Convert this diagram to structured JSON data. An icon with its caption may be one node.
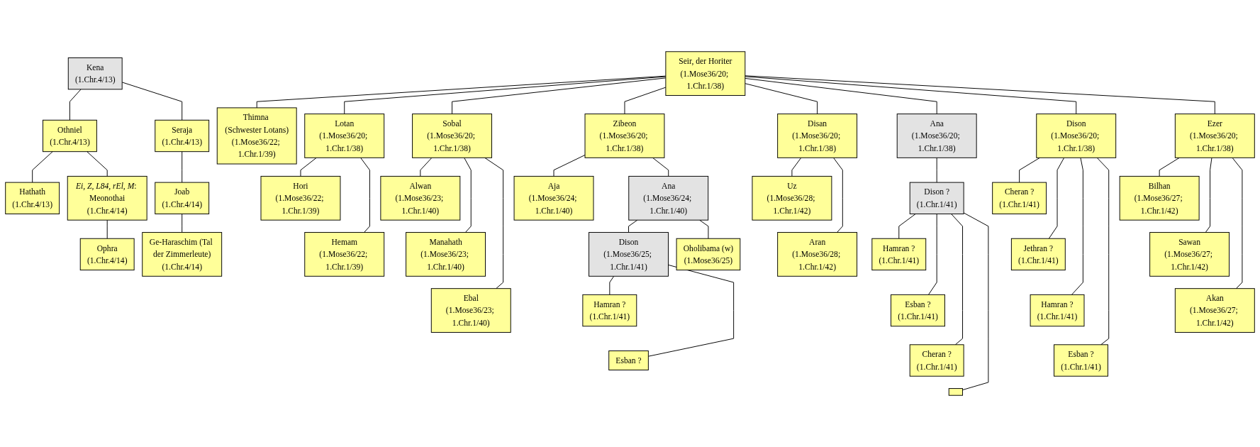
{
  "diagram": {
    "nodes": [
      {
        "text": [
          "Kena",
          "(1.Chr.4/13)"
        ]
      },
      {
        "text": [
          "Othniel",
          "(1.Chr.4/13)"
        ]
      },
      {
        "text": [
          "Seraja",
          "(1.Chr.4/13)"
        ]
      },
      {
        "text": [
          "Hathath",
          "(1.Chr.4/13)"
        ]
      },
      {
        "text": [
          "*Ei, Z, L84, rEl, M*: Meonothai",
          "(1.Chr.4/14)"
        ]
      },
      {
        "text": [
          "Joab",
          "(1.Chr.4/14)"
        ]
      },
      {
        "text": [
          "Ophra",
          "(1.Chr.4/14)"
        ]
      },
      {
        "text": [
          "Ge-Haraschim (Tal der Zimmerleute)",
          "(1.Chr.4/14)"
        ]
      },
      {
        "text": [
          "Seir, der Horiter",
          "(1.Mose36/20; 1.Chr.1/38)"
        ]
      },
      {
        "text": [
          "Thimna (Schwester Lotans)",
          "(1.Mose36/22; 1.Chr.1/39)"
        ]
      },
      {
        "text": [
          "Lotan",
          "(1.Mose36/20; 1.Chr.1/38)"
        ]
      },
      {
        "text": [
          "Sobal",
          "(1.Mose36/20; 1.Chr.1/38)"
        ]
      },
      {
        "text": [
          "Zibeon",
          "(1.Mose36/20; 1.Chr.1/38)"
        ]
      },
      {
        "text": [
          "Disan",
          "(1.Mose36/20; 1.Chr.1/38)"
        ]
      },
      {
        "text": [
          "Ana",
          "(1.Mose36/20; 1.Chr.1/38)"
        ]
      },
      {
        "text": [
          "Dison",
          "(1.Mose36/20; 1.Chr.1/38)"
        ]
      },
      {
        "text": [
          "Ezer",
          "(1.Mose36/20; 1.Chr.1/38)"
        ]
      },
      {
        "text": [
          "Hori",
          "(1.Mose36/22; 1.Chr.1/39)"
        ]
      },
      {
        "text": [
          "Alwan",
          "(1.Mose36/23; 1.Chr.1/40)"
        ]
      },
      {
        "text": [
          "Aja",
          "(1.Mose36/24; 1.Chr.1/40)"
        ]
      },
      {
        "text": [
          "Ana",
          "(1.Mose36/24; 1.Chr.1/40)"
        ]
      },
      {
        "text": [
          "Uz",
          "(1.Mose36/28; 1.Chr.1/42)"
        ]
      },
      {
        "text": [
          "Dison ?",
          "(1.Chr.1/41)"
        ]
      },
      {
        "text": [
          "Cheran ?",
          "(1.Chr.1/41)"
        ]
      },
      {
        "text": [
          "Bilhan",
          "(1.Mose36/27; 1.Chr.1/42)"
        ]
      },
      {
        "text": [
          "Hemam",
          "(1.Mose36/22; 1.Chr.1/39)"
        ]
      },
      {
        "text": [
          "Manahath",
          "(1.Mose36/23; 1.Chr.1/40)"
        ]
      },
      {
        "text": [
          "Dison",
          "(1.Mose36/25; 1.Chr.1/41)"
        ]
      },
      {
        "text": [
          "Oholibama (w)",
          "(1.Mose36/25)"
        ]
      },
      {
        "text": [
          "Aran",
          "(1.Mose36/28; 1.Chr.1/42)"
        ]
      },
      {
        "text": [
          "Hamran ?",
          "(1.Chr.1/41)"
        ]
      },
      {
        "text": [
          "Jethran ?",
          "(1.Chr.1/41)"
        ]
      },
      {
        "text": [
          "Sawan",
          "(1.Mose36/27; 1.Chr.1/42)"
        ]
      },
      {
        "text": [
          "Ebal",
          "(1.Mose36/23; 1.Chr.1/40)"
        ]
      },
      {
        "text": [
          "Hamran ?",
          "(1.Chr.1/41)"
        ]
      },
      {
        "text": [
          "Esban ?",
          "(1.Chr.1/41)"
        ]
      },
      {
        "text": [
          "Hamran ?",
          "(1.Chr.1/41)"
        ]
      },
      {
        "text": [
          "Akan",
          "(1.Mose36/27; 1.Chr.1/42)"
        ]
      },
      {
        "text": [
          "Esban ?"
        ]
      },
      {
        "text": [
          "Cheran ?",
          "(1.Chr.1/41)"
        ]
      },
      {
        "text": [
          "Esban ?",
          "(1.Chr.1/41)"
        ]
      },
      {
        "text": [],
        "shape": "box"
      }
    ],
    "edges": [
      {
        "from": 0,
        "to": 1,
        "arrow": "none"
      },
      {
        "from": 0,
        "to": 2,
        "arrow": "none"
      },
      {
        "from": 1,
        "to": 3,
        "arrow": "none"
      },
      {
        "from": 1,
        "to": 4,
        "arrow": "none"
      },
      {
        "from": 4,
        "to": 6,
        "arrow": "none"
      },
      {
        "from": 2,
        "to": 5,
        "arrow": "none"
      },
      {
        "from": 5,
        "to": 7,
        "arrow": "none"
      },
      {
        "from": 8,
        "to": 9,
        "arrow": "none"
      },
      {
        "from": 8,
        "to": 10,
        "arrow": "none"
      },
      {
        "from": 8,
        "to": 11,
        "arrow": "none"
      },
      {
        "from": 8,
        "to": 12,
        "arrow": "none"
      },
      {
        "from": 8,
        "to": 13,
        "arrow": "none"
      },
      {
        "from": 8,
        "to": 14,
        "arrow": "none"
      },
      {
        "from": 8,
        "to": 15,
        "arrow": "none"
      },
      {
        "from": 8,
        "to": 16,
        "arrow": "none"
      },
      {
        "from": 10,
        "to": 17,
        "arrow": "none"
      },
      {
        "from": 10,
        "to": 25,
        "arrow": "none"
      },
      {
        "from": 11,
        "to": 18,
        "arrow": "none"
      },
      {
        "from": 11,
        "to": 26,
        "arrow": "none"
      },
      {
        "from": 11,
        "to": 33,
        "arrow": "none"
      },
      {
        "from": 12,
        "to": 19,
        "arrow": "none"
      },
      {
        "from": 12,
        "to": 20,
        "arrow": "none"
      },
      {
        "from": 20,
        "to": 27,
        "arrow": "none"
      },
      {
        "from": 20,
        "to": 28,
        "arrow": "none"
      },
      {
        "from": 27,
        "to": 34,
        "arrow": "none"
      },
      {
        "from": 27,
        "to": 38,
        "arrow": "none"
      },
      {
        "from": 13,
        "to": 21,
        "arrow": "none"
      },
      {
        "from": 13,
        "to": 29,
        "arrow": "none"
      },
      {
        "from": 14,
        "to": 22,
        "arrow": "none"
      },
      {
        "from": 22,
        "to": 30,
        "arrow": "none"
      },
      {
        "from": 22,
        "to": 35,
        "arrow": "none"
      },
      {
        "from": 22,
        "to": 39,
        "arrow": "none"
      },
      {
        "from": 22,
        "to": 41,
        "arrow": "none"
      },
      {
        "from": 15,
        "to": 23,
        "arrow": "none"
      },
      {
        "from": 15,
        "to": 31,
        "arrow": "none"
      },
      {
        "from": 15,
        "to": 36,
        "arrow": "none"
      },
      {
        "from": 15,
        "to": 40,
        "arrow": "none"
      },
      {
        "from": 16,
        "to": 24,
        "arrow": "none"
      },
      {
        "from": 16,
        "to": 32,
        "arrow": "none"
      },
      {
        "from": 16,
        "to": 37,
        "arrow": "none"
      }
    ]
  }
}
